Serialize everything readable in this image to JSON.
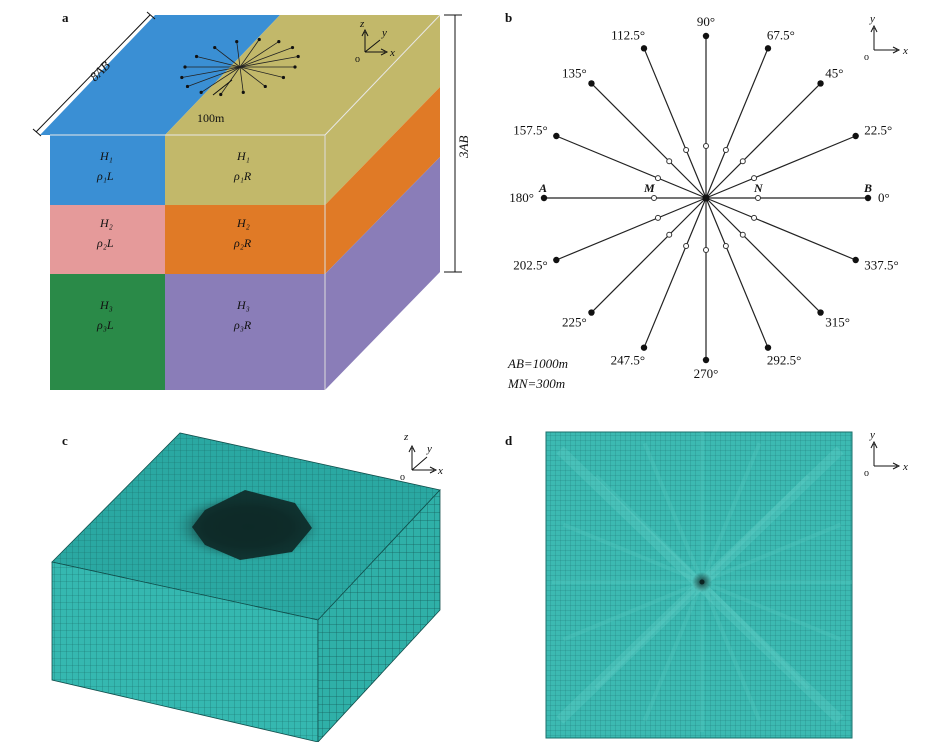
{
  "panel_a": {
    "letter": "a",
    "width_label": "8AB",
    "height_label": "3AB",
    "scale_label": "100m",
    "axes": {
      "z": "z",
      "y": "y",
      "o": "o",
      "x": "x"
    },
    "layers": [
      {
        "left_h": "H₁",
        "left_rho": "ρ₁L",
        "right_h": "H₁",
        "right_rho": "ρ₁R"
      },
      {
        "left_h": "H₂",
        "left_rho": "ρ₂L",
        "right_h": "H₂",
        "right_rho": "ρ₂R"
      },
      {
        "left_h": "H₃",
        "left_rho": "ρ₃L",
        "right_h": "H₃",
        "right_rho": "ρ₃R"
      }
    ],
    "colors": {
      "top_left": "#3a8fd4",
      "top_right": "#c2b86a",
      "l1_left": "#3a8fd4",
      "l1_right": "#c2b86a",
      "l1_side": "#c2b86a",
      "l2_left": "#e59a9a",
      "l2_right": "#e07a26",
      "l2_side": "#e07a26",
      "l3_left": "#2a8a48",
      "l3_right": "#8a7db8",
      "l3_side": "#8a7db8"
    }
  },
  "panel_b": {
    "letter": "b",
    "angles": [
      "0°",
      "22.5°",
      "45°",
      "67.5°",
      "90°",
      "112.5°",
      "135°",
      "157.5°",
      "180°",
      "202.5°",
      "225°",
      "247.5°",
      "270°",
      "292.5°",
      "315°",
      "337.5°"
    ],
    "point_A": "A",
    "point_B": "B",
    "point_M": "M",
    "point_N": "N",
    "ab_text": "AB=1000m",
    "mn_text": "MN=300m",
    "axes": {
      "y": "y",
      "o": "o",
      "x": "x"
    }
  },
  "panel_c": {
    "letter": "c",
    "axes": {
      "z": "z",
      "y": "y",
      "o": "o",
      "x": "x"
    },
    "mesh_color": "#2aa8a2"
  },
  "panel_d": {
    "letter": "d",
    "axes": {
      "y": "y",
      "o": "o",
      "x": "x"
    },
    "mesh_color": "#37b2aa"
  }
}
